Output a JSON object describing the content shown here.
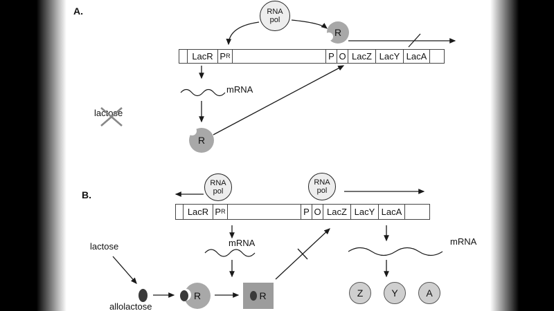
{
  "panelA": {
    "label": "A.",
    "rna_pol": [
      "RNA",
      "pol"
    ],
    "repressor_bound": "R",
    "repressor_free": "R",
    "gene_bar": [
      {
        "label": ""
      },
      {
        "label": "LacR"
      },
      {
        "label": "P",
        "sub": "R"
      },
      {
        "label": ""
      },
      {
        "label": "P"
      },
      {
        "label": "O"
      },
      {
        "label": "LacZ"
      },
      {
        "label": "LacY"
      },
      {
        "label": "LacA"
      },
      {
        "label": ""
      }
    ],
    "mrna_label": "mRNA",
    "lactose_label": "lactose"
  },
  "panelB": {
    "label": "B.",
    "rna_pol_left": [
      "RNA",
      "pol"
    ],
    "rna_pol_right": [
      "RNA",
      "pol"
    ],
    "gene_bar": [
      {
        "label": ""
      },
      {
        "label": "LacR"
      },
      {
        "label": "P",
        "sub": "R"
      },
      {
        "label": ""
      },
      {
        "label": "P"
      },
      {
        "label": "O"
      },
      {
        "label": "LacZ"
      },
      {
        "label": "LacY"
      },
      {
        "label": "LacA"
      },
      {
        "label": ""
      }
    ],
    "mrna_left_label": "mRNA",
    "mrna_right_label": "mRNA",
    "lactose_label": "lactose",
    "allolactose_label": "allolactose",
    "repressor": "R",
    "repressor_inactive": "R",
    "products": [
      "Z",
      "Y",
      "A"
    ]
  },
  "colors": {
    "repressor_fill": "#a8a8a8",
    "rna_pol_fill": "#ededed",
    "product_fill": "#cfcfcf",
    "inactive_repressor_fill": "#9c9c9c",
    "allolactose_fill": "#3a3a3a",
    "stroke": "#1a1a1a"
  }
}
